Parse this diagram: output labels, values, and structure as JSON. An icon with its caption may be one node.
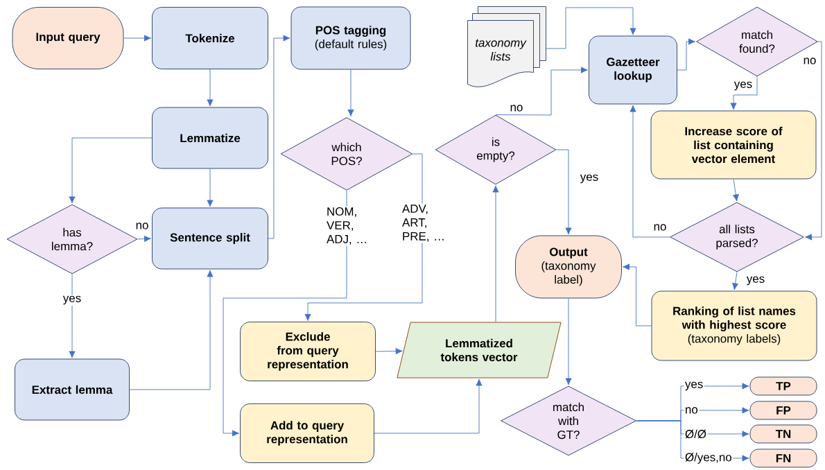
{
  "diagram": {
    "nodes": [
      {
        "text": [
          "Input query"
        ]
      },
      {
        "text": [
          "Tokenize"
        ]
      },
      {
        "text": [
          "POS tagging",
          "(default rules)"
        ]
      },
      {
        "text": [
          "taxonomy lists"
        ]
      },
      {
        "text": [
          "Gazetteer lookup"
        ]
      },
      {
        "text": [
          "match found?"
        ]
      },
      {
        "text": [
          "Lemmatize"
        ]
      },
      {
        "text": [
          "which POS?"
        ]
      },
      {
        "text": [
          "is empty?"
        ]
      },
      {
        "text": [
          "Increase score of list containing vector element"
        ]
      },
      {
        "text": [
          "has lemma?"
        ]
      },
      {
        "text": [
          "Sentence split"
        ]
      },
      {
        "text": [
          "all lists parsed?"
        ]
      },
      {
        "text": [
          "Output",
          "(taxonomy label)"
        ]
      },
      {
        "text": [
          "Ranking of list names with highest score",
          "(taxonomy labels)"
        ]
      },
      {
        "text": [
          "Exclude from query representation"
        ]
      },
      {
        "text": [
          "Lemmatized tokens vector"
        ]
      },
      {
        "text": [
          "Extract lemma"
        ]
      },
      {
        "text": [
          "Add to query representation"
        ]
      },
      {
        "text": [
          "match with GT?"
        ]
      },
      {
        "text": [
          "TP"
        ]
      },
      {
        "text": [
          "FP"
        ]
      },
      {
        "text": [
          "TN"
        ]
      },
      {
        "text": [
          "FN"
        ]
      }
    ],
    "edges": [
      {
        "from": 0,
        "to": 1,
        "arrow": "to"
      },
      {
        "from": 1,
        "to": 6,
        "arrow": "to"
      },
      {
        "from": 6,
        "to": 10,
        "arrow": "to"
      },
      {
        "from": 6,
        "to": 11,
        "arrow": "to"
      },
      {
        "from": 10,
        "to": 11,
        "arrow": "to",
        "label": "no"
      },
      {
        "from": 10,
        "to": 17,
        "arrow": "to",
        "label": "yes"
      },
      {
        "from": 17,
        "to": 11,
        "arrow": "to"
      },
      {
        "from": 11,
        "to": 2,
        "arrow": "to"
      },
      {
        "from": 2,
        "to": 7,
        "arrow": "to"
      },
      {
        "from": 7,
        "to": 18,
        "arrow": "to",
        "label": "NOM, VER, ADJ, …"
      },
      {
        "from": 7,
        "to": 15,
        "arrow": "to",
        "label": "ADV, ART, PRE, …"
      },
      {
        "from": 15,
        "to": 16,
        "arrow": "to"
      },
      {
        "from": 18,
        "to": 16,
        "arrow": "to"
      },
      {
        "from": 16,
        "to": 8,
        "arrow": "to"
      },
      {
        "from": 8,
        "to": 4,
        "arrow": "to",
        "label": "no"
      },
      {
        "from": 8,
        "to": 13,
        "arrow": "to",
        "label": "yes"
      },
      {
        "from": 3,
        "to": 4,
        "arrow": "to"
      },
      {
        "from": 4,
        "to": 5,
        "arrow": "to"
      },
      {
        "from": 5,
        "to": 9,
        "arrow": "to",
        "label": "yes"
      },
      {
        "from": 5,
        "to": 12,
        "arrow": "to",
        "label": "no"
      },
      {
        "from": 9,
        "to": 12,
        "arrow": "to"
      },
      {
        "from": 12,
        "to": 4,
        "arrow": "to",
        "label": "no"
      },
      {
        "from": 12,
        "to": 14,
        "arrow": "to",
        "label": "yes"
      },
      {
        "from": 14,
        "to": 13,
        "arrow": "to"
      },
      {
        "from": 13,
        "to": 19,
        "arrow": "to"
      },
      {
        "from": 19,
        "to": 20,
        "arrow": "to",
        "label": "yes"
      },
      {
        "from": 19,
        "to": 21,
        "arrow": "to",
        "label": "no"
      },
      {
        "from": 19,
        "to": 22,
        "arrow": "to",
        "label": "Ø/Ø"
      },
      {
        "from": 19,
        "to": 23,
        "arrow": "to",
        "label": "Ø/yes,no"
      }
    ]
  }
}
